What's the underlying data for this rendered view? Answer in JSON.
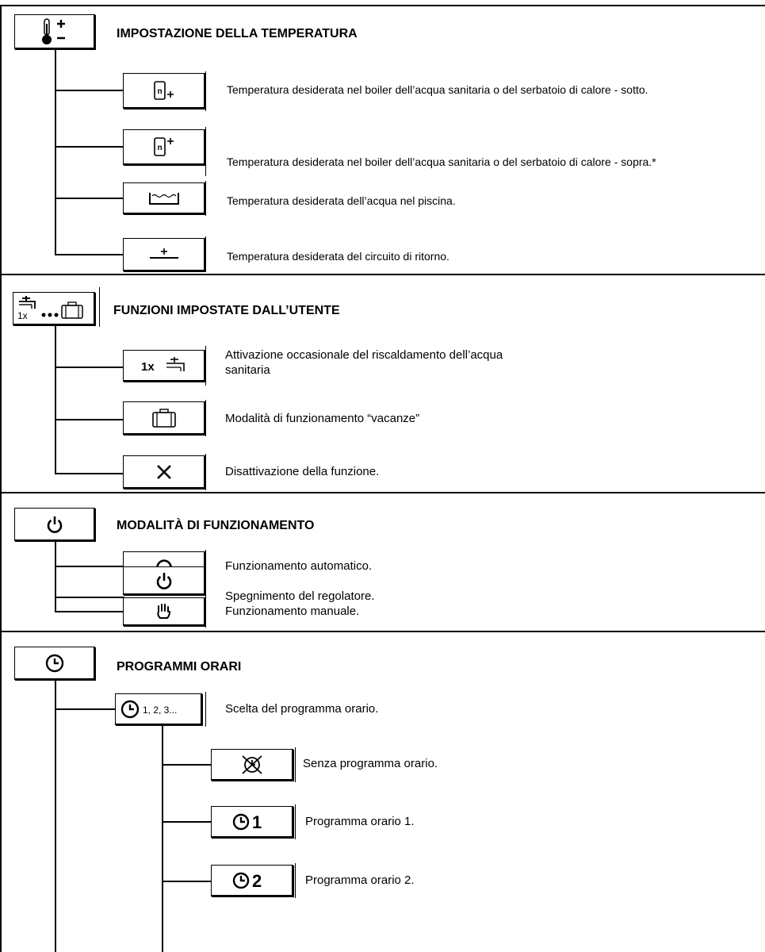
{
  "sections": [
    {
      "title": "IMPOSTAZIONE DELLA TEMPERATURA",
      "icon": "thermometer-plus-minus-icon",
      "items": [
        {
          "icon": "tank-sensor-bottom-icon",
          "text": "Temperatura desiderata nel boiler dell’acqua sanitaria o del serbatoio di calore - sotto."
        },
        {
          "icon": "tank-sensor-top-icon",
          "text": "Temperatura desiderata nel boiler dell’acqua sanitaria o del serbatoio di calore - sopra.*"
        },
        {
          "icon": "pool-icon",
          "text": "Temperatura desiderata dell’acqua nel piscina."
        },
        {
          "icon": "return-circuit-icon",
          "text": "Temperatura desiderata del circuito di ritorno."
        }
      ]
    },
    {
      "title": "FUNZIONI IMPOSTATE DALL’UTENTE",
      "icon": "tap-suitcase-icon",
      "icon_label": "1x",
      "items": [
        {
          "icon": "one-time-hot-water-icon",
          "label": "1x",
          "text_line1": "Attivazione occasionale del riscaldamento dell’acqua",
          "text_line2": "sanitaria"
        },
        {
          "icon": "suitcase-icon",
          "text": "Modalità di funzionamento “vacanze”"
        },
        {
          "icon": "x-icon",
          "text": "Disattivazione della funzione."
        }
      ]
    },
    {
      "title": "MODALITÀ DI FUNZIONAMENTO",
      "icon": "power-icon",
      "items": [
        {
          "icon": "auto-cycle-icon",
          "text": "Funzionamento automatico."
        },
        {
          "icon": "power-icon",
          "text": "Spegnimento del regolatore."
        },
        {
          "icon": "hand-icon",
          "text": "Funzionamento manuale."
        }
      ]
    },
    {
      "title": "PROGRAMMI ORARI",
      "icon": "clock-icon",
      "items": [
        {
          "icon": "clock-icon",
          "label": "1, 2, 3...",
          "text": "Scelta del programma orario."
        }
      ],
      "subitems": [
        {
          "icon": "no-program-clock-icon",
          "text": "Senza programma orario."
        },
        {
          "icon": "clock-icon",
          "label": "1",
          "text": "Programma orario 1."
        },
        {
          "icon": "clock-icon",
          "label": "2",
          "text": "Programma orario 2."
        }
      ]
    }
  ]
}
